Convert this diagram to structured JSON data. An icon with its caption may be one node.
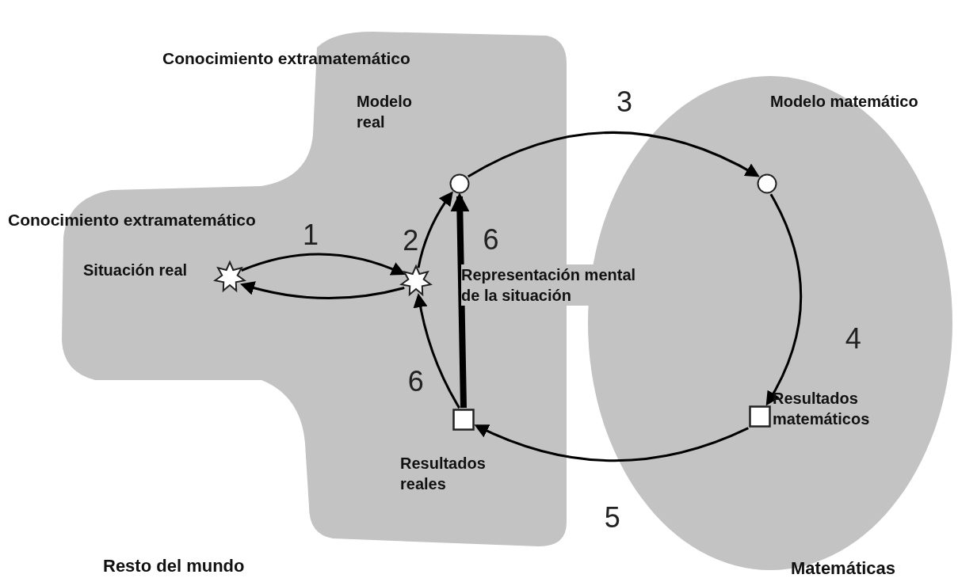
{
  "diagram": {
    "nodes": [
      {
        "text": [
          "Resto del mundo"
        ]
      },
      {
        "text": [
          "Matemáticas"
        ]
      },
      {
        "text": [
          "Situación real"
        ],
        "in": 0
      },
      {
        "text": [
          "Representación mental de la situación"
        ]
      },
      {
        "text": [
          "Modelo real"
        ],
        "in": 0
      },
      {
        "text": [
          "Modelo matemático"
        ],
        "in": 1
      },
      {
        "text": [
          "Resultados matemáticos"
        ],
        "in": 1
      },
      {
        "text": [
          "Resultados reales"
        ],
        "in": 0
      }
    ],
    "edges": [
      {
        "from": 2,
        "to": 3,
        "arrow": "to",
        "label": "1"
      },
      {
        "from": 3,
        "to": 2,
        "arrow": "to"
      },
      {
        "from": 3,
        "to": 4,
        "arrow": "to",
        "label": "2"
      },
      {
        "from": 4,
        "to": 5,
        "arrow": "to",
        "label": "3"
      },
      {
        "from": 5,
        "to": 6,
        "arrow": "to",
        "label": "4"
      },
      {
        "from": 6,
        "to": 7,
        "arrow": "to",
        "label": "5"
      },
      {
        "from": 7,
        "to": 3,
        "arrow": "to",
        "label": "6"
      },
      {
        "from": 7,
        "to": 4,
        "arrow": "to",
        "label": "6",
        "style": "thick"
      }
    ],
    "labels": [
      "Conocimiento extramatemático",
      "Conocimiento extramatemático"
    ]
  }
}
